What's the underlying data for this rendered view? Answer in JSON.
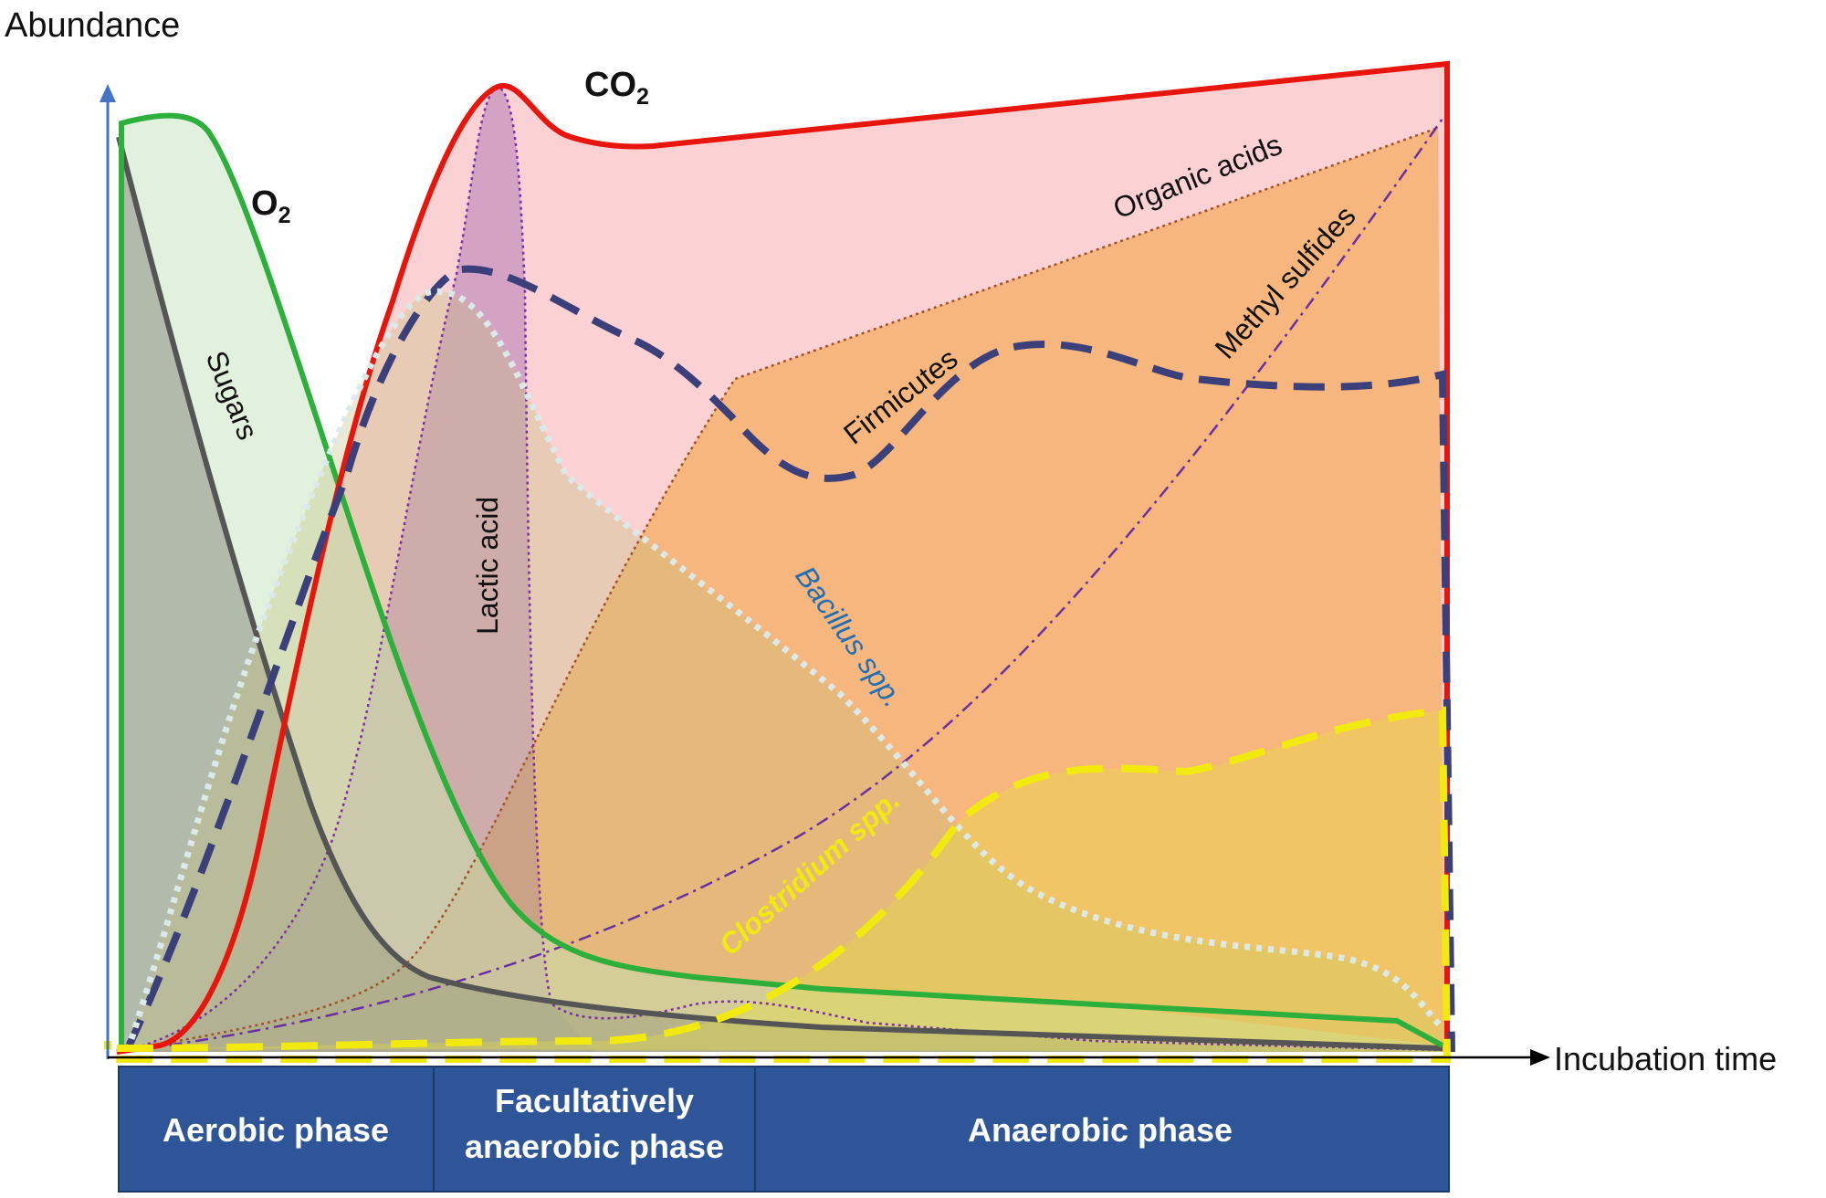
{
  "axes": {
    "y_label": "Abundance",
    "x_label": "Incubation time"
  },
  "curves": {
    "co2": {
      "label_main": "CO",
      "label_sub": "2",
      "color": "#e8150c"
    },
    "o2": {
      "label_main": "O",
      "label_sub": "2",
      "color": "#2db03b"
    },
    "sugars": {
      "label": "Sugars",
      "color": "#555555"
    },
    "lactic_acid": {
      "label": "Lactic acid",
      "color": "#7b2fa3"
    },
    "organic_acids": {
      "label": "Organic acids",
      "color": "#a0522d"
    },
    "methyl_sulfides": {
      "label": "Methyl sulfides",
      "color": "#6a2fa3"
    },
    "firmicutes": {
      "label": "Firmicutes",
      "color": "#3b3f7a"
    },
    "bacillus": {
      "label": "Bacillus spp.",
      "color": "#1f6fb5"
    },
    "clostridium": {
      "label": "Clostridium spp.",
      "color": "#f2ea0f"
    }
  },
  "phases": [
    {
      "label": "Aerobic phase"
    },
    {
      "label_line1": "Facultatively",
      "label_line2": "anaerobic phase"
    },
    {
      "label": "Anaerobic phase"
    }
  ],
  "colors": {
    "phase_bar": "#2e5597",
    "axis_y": "#4472c4",
    "axis_x": "#000000"
  }
}
